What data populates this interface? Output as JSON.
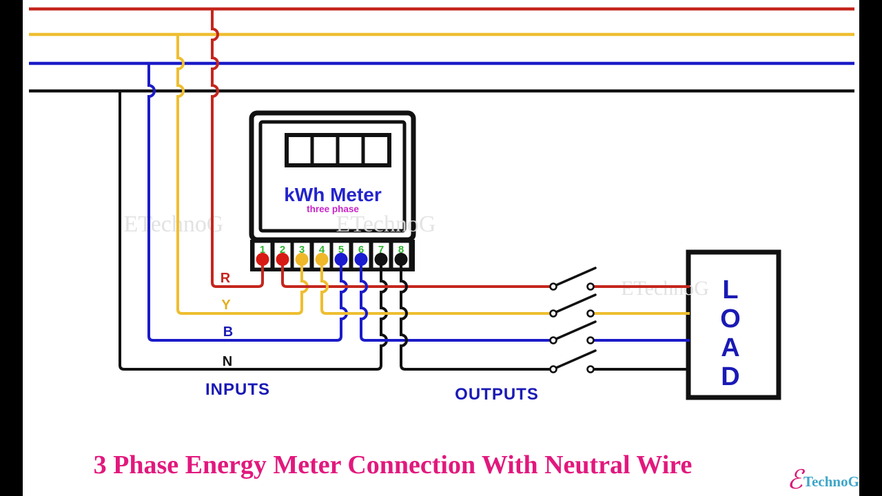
{
  "title": {
    "text": "3 Phase Energy Meter Connection With Neutral Wire"
  },
  "watermark": {
    "text": "ETechnoG"
  },
  "logo": {
    "script_e": "ℰ",
    "text": "TechnoG"
  },
  "meter": {
    "title": "kWh Meter",
    "subtitle": "three phase",
    "terminals": [
      {
        "number": "1",
        "color": "#D81A14"
      },
      {
        "number": "2",
        "color": "#D81A14"
      },
      {
        "number": "3",
        "color": "#EFB829"
      },
      {
        "number": "4",
        "color": "#EFB829"
      },
      {
        "number": "5",
        "color": "#1B1BD0"
      },
      {
        "number": "6",
        "color": "#1B1BD0"
      },
      {
        "number": "7",
        "color": "#111111"
      },
      {
        "number": "8",
        "color": "#111111"
      }
    ]
  },
  "load": {
    "letters": [
      "L",
      "O",
      "A",
      "D"
    ]
  },
  "labels": {
    "r": "R",
    "y": "Y",
    "b": "B",
    "n": "N",
    "inputs": "INPUTS",
    "outputs": "OUTPUTS"
  },
  "colors": {
    "red": "#C4261D",
    "yellow": "#EEBE30",
    "blue": "#1B1BC8",
    "neutral": "#111111",
    "terminal_number": "#2FB52F",
    "meter_title": "#2424CC",
    "meter_subtitle": "#C823C8",
    "load_letters": "#1A1AB5",
    "io_labels": "#1A1AB5",
    "label_r": "#C4261D",
    "label_y": "#E3AF1E",
    "label_b": "#1A1AB5",
    "label_n": "#111111",
    "title": "#E2187D",
    "watermark": "#E2E2E2",
    "logo_e": "#D91877",
    "logo_text": "#3EA6C9"
  }
}
